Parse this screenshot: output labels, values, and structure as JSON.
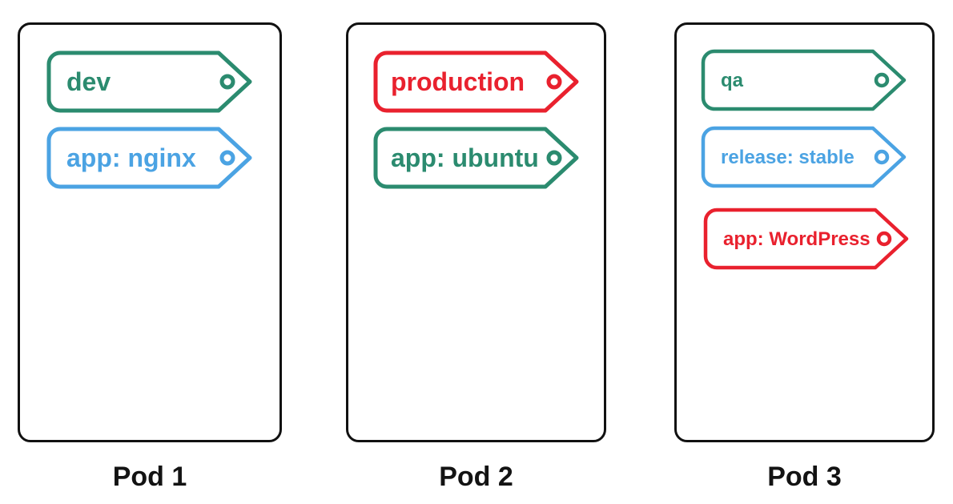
{
  "pods": [
    {
      "name": "Pod 1",
      "labels": [
        {
          "text": "dev",
          "color": "#2b8b6f"
        },
        {
          "text": "app: nginx",
          "color": "#4ba3e3"
        }
      ]
    },
    {
      "name": "Pod 2",
      "labels": [
        {
          "text": "production",
          "color": "#e9212e"
        },
        {
          "text": "app: ubuntu",
          "color": "#2b8b6f"
        }
      ]
    },
    {
      "name": "Pod 3",
      "labels": [
        {
          "text": "qa",
          "color": "#2b8b6f"
        },
        {
          "text": "release: stable",
          "color": "#4ba3e3"
        },
        {
          "text": "app: WordPress",
          "color": "#e9212e"
        }
      ]
    }
  ],
  "colors": {
    "green": "#2b8b6f",
    "blue": "#4ba3e3",
    "red": "#e9212e",
    "pod_border": "#111111",
    "background": "#ffffff"
  }
}
